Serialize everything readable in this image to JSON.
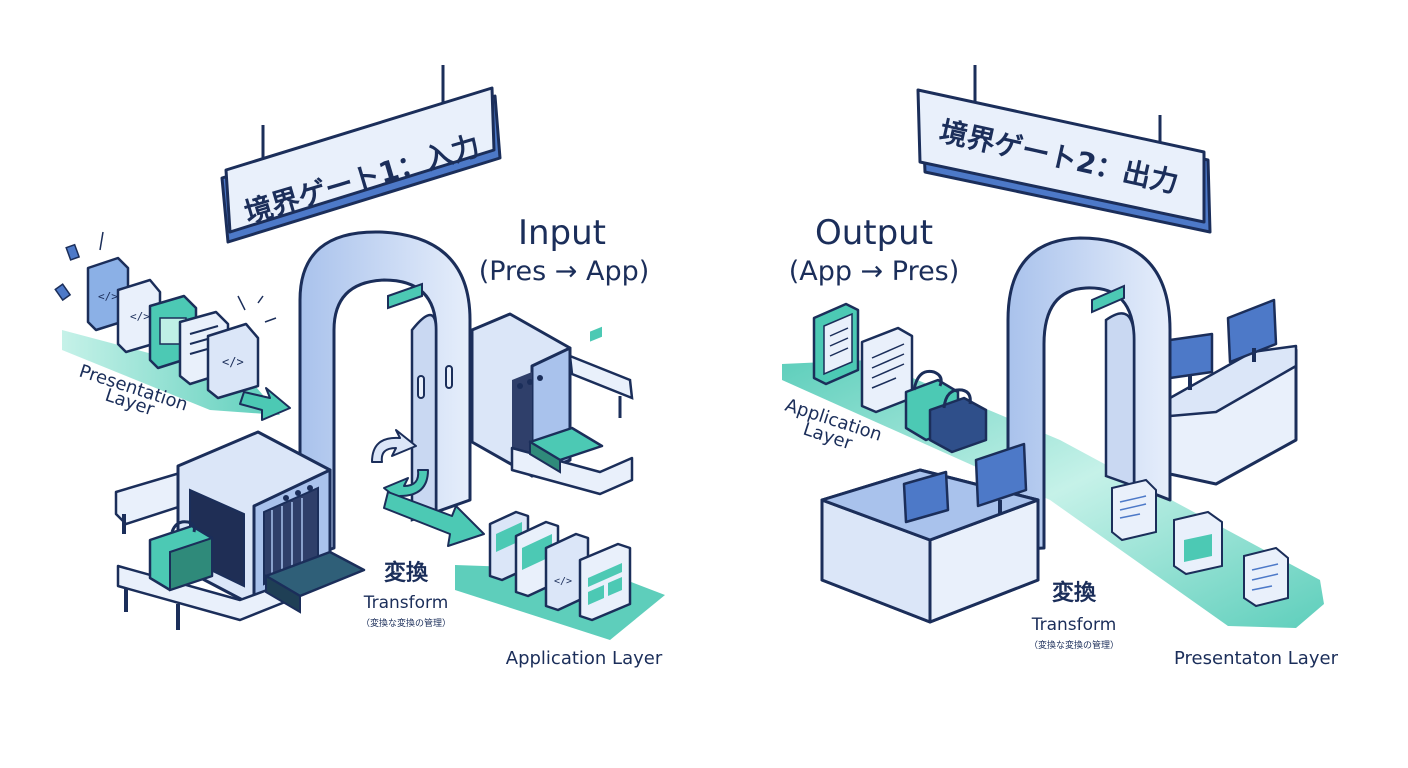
{
  "colors": {
    "outline": "#1b2e5a",
    "panel_blue": "#dbe6f8",
    "panel_blue_dark": "#a9c2ec",
    "accent_blue": "#4d79c8",
    "teal": "#4cc9b4",
    "teal_light": "#bff0e6",
    "dark_teal": "#2f5f78"
  },
  "icons": [
    "code-file-icon",
    "document-icon",
    "luggage-icon",
    "monitor-icon",
    "cycle-arrows-icon",
    "window-icon"
  ],
  "gate1": {
    "sign": "境界ゲート1：入力",
    "title": "Input",
    "subtitle": "(Pres → App)",
    "source_layer_line1": "Presentation",
    "source_layer_line2": "Layer",
    "transform_ja": "変換",
    "transform_en": "Transform",
    "transform_note": "（変換な変換の管理）",
    "target_layer": "Application Layer"
  },
  "gate2": {
    "sign": "境界ゲート2：出力",
    "title": "Output",
    "subtitle": "(App → Pres)",
    "source_layer_line1": "Application",
    "source_layer_line2": "Layer",
    "transform_ja": "変換",
    "transform_en": "Transform",
    "transform_note": "（変換な変換の管理）",
    "target_layer": "Presentaton Layer"
  }
}
